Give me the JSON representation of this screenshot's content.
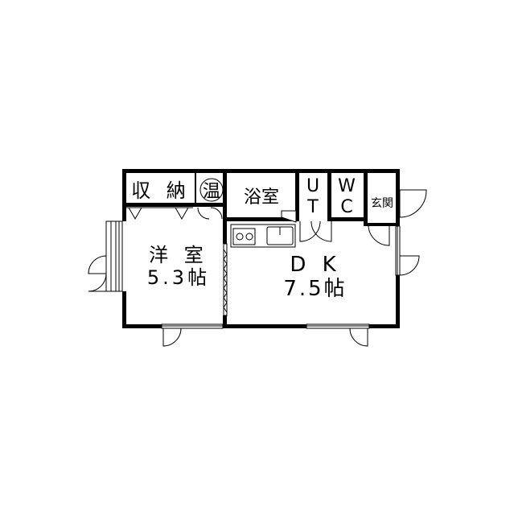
{
  "rooms": {
    "storage": "収 納",
    "water_heater": "温",
    "bathroom": "浴室",
    "utility_u": "U",
    "utility_t": "T",
    "wc_w": "W",
    "wc_c": "C",
    "entrance": "玄関",
    "western_room": "洋 室",
    "western_room_size": "5.3帖",
    "dk": "D K",
    "dk_size": "7.5帖"
  },
  "colors": {
    "wall": "#000000",
    "background": "#ffffff"
  }
}
